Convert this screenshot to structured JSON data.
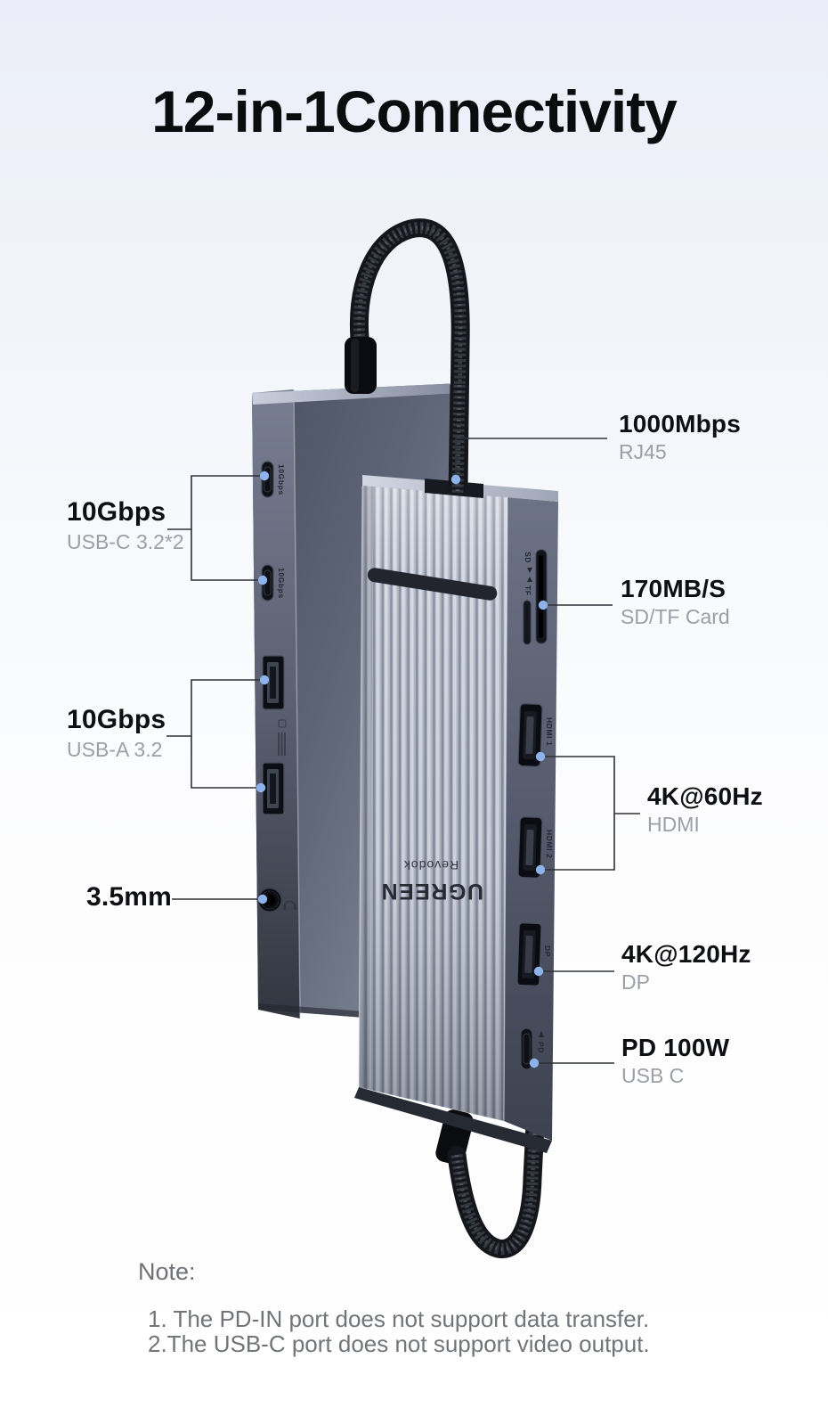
{
  "title": "12-in-1Connectivity",
  "brand": {
    "name": "UGREEN",
    "series": "Revodok"
  },
  "callouts": {
    "left": [
      {
        "title": "10Gbps",
        "subtitle": "USB-C 3.2*2"
      },
      {
        "title": "10Gbps",
        "subtitle": "USB-A 3.2"
      },
      {
        "title": "3.5mm",
        "subtitle": ""
      }
    ],
    "right": [
      {
        "title": "1000Mbps",
        "subtitle": "RJ45"
      },
      {
        "title": "170MB/S",
        "subtitle": "SD/TF Card"
      },
      {
        "title": "4K@60Hz",
        "subtitle": "HDMI"
      },
      {
        "title": "4K@120Hz",
        "subtitle": "DP"
      },
      {
        "title": "PD 100W",
        "subtitle": "USB C"
      }
    ]
  },
  "port_markings": {
    "usb_c1": "10Gbps",
    "usb_c2": "10Gbps",
    "sd": "SD",
    "tf": "TF",
    "hdmi1": "HDMI 1",
    "hdmi2": "HDMI 2",
    "dp": "DP",
    "pd": "PD"
  },
  "note": {
    "heading": "Note:",
    "items": [
      "1. The PD-IN port does not support data transfer.",
      "2.The USB-C port does not support video output."
    ]
  },
  "colors": {
    "background_top": "#ebeef8",
    "background_bottom": "#ffffff",
    "accent_dot": "#8db3ea",
    "leader_line": "#2e3237",
    "title_text": "#0b0c0e",
    "subtitle_gray": "#9b9fa6",
    "note_gray": "#6f7176"
  }
}
